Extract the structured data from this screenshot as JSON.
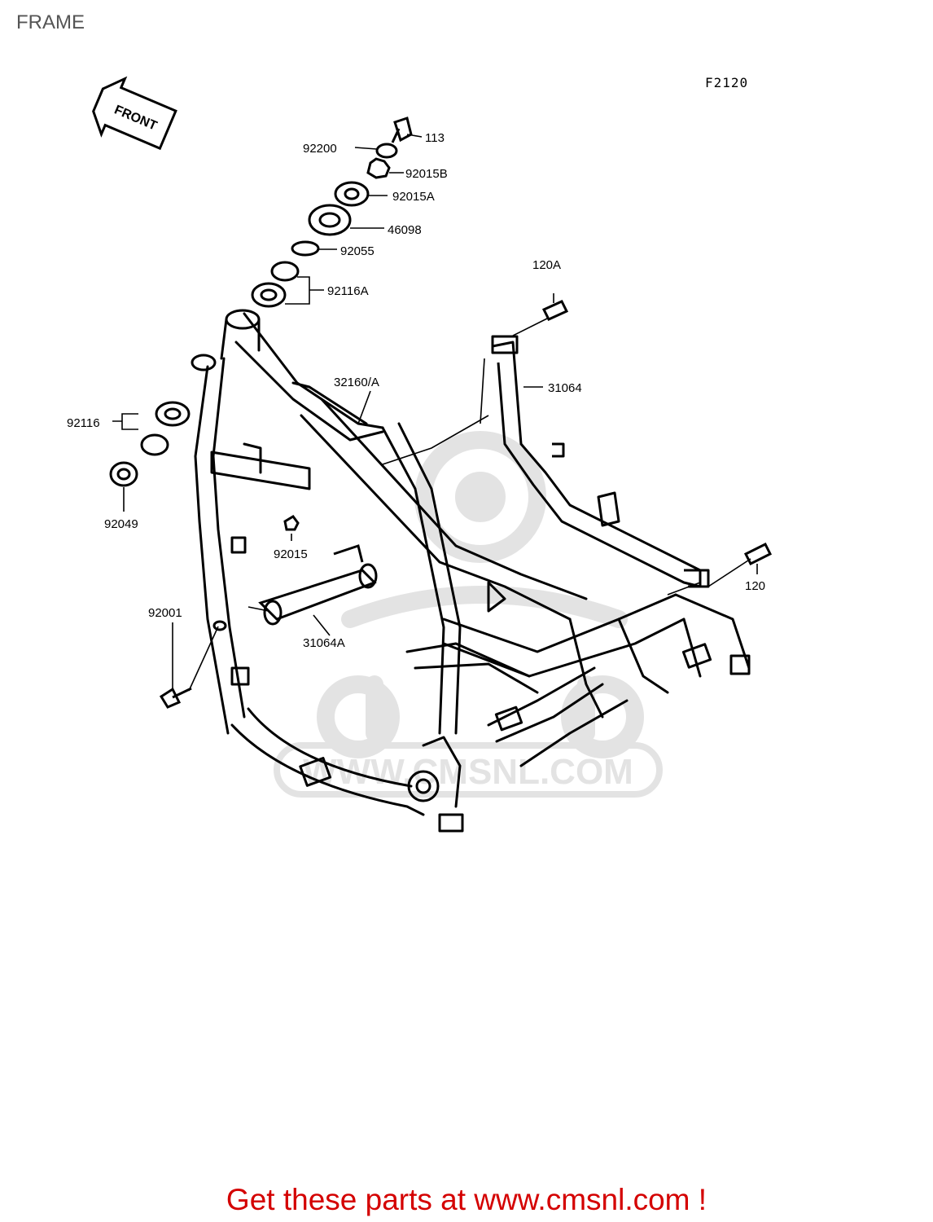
{
  "page": {
    "title": "FRAME",
    "figure_code": "F2120",
    "front_label": "FRONT",
    "watermark_text": "WWW.CMSNL.COM",
    "footer": "Get these parts at www.cmsnl.com !"
  },
  "parts": {
    "p113": "113",
    "p92200": "92200",
    "p92015B": "92015B",
    "p92015A": "92015A",
    "p46098": "46098",
    "p92055": "92055",
    "p92116A": "92116A",
    "p120A": "120A",
    "p32160A": "32160/A",
    "p31064": "31064",
    "p92116": "92116",
    "p92049": "92049",
    "p92015": "92015",
    "p120": "120",
    "p92001": "92001",
    "p31064A": "31064A"
  },
  "colors": {
    "line": "#000000",
    "watermark": "#e3e3e3",
    "footer": "#d40000",
    "title": "#555555"
  }
}
